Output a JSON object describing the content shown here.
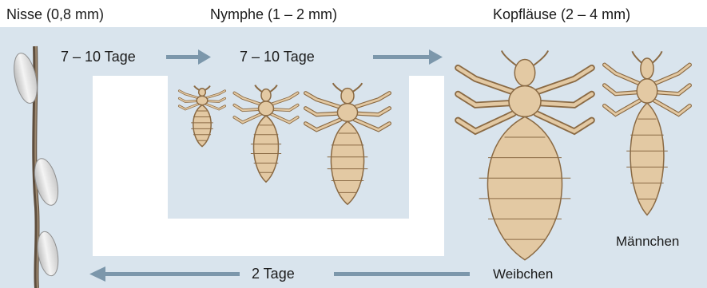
{
  "stages": {
    "nit": "Nisse (0,8 mm)",
    "nymph": "Nymphe (1 – 2 mm)",
    "adult": "Kopfläuse (2 – 4 mm)"
  },
  "durations": {
    "nit_to_nymph": "7 – 10 Tage",
    "nymph_to_adult": "7 – 10 Tage",
    "adult_to_nit": "2 Tage"
  },
  "adults": {
    "male": "Männchen",
    "female": "Weibchen"
  },
  "colors": {
    "panel": "#d9e4ed",
    "arrow": "#7c97ab",
    "louse_body": "#e3c9a3",
    "louse_outline": "#8a6a44",
    "nit": "#ececec",
    "hair": "#6b5a48"
  }
}
